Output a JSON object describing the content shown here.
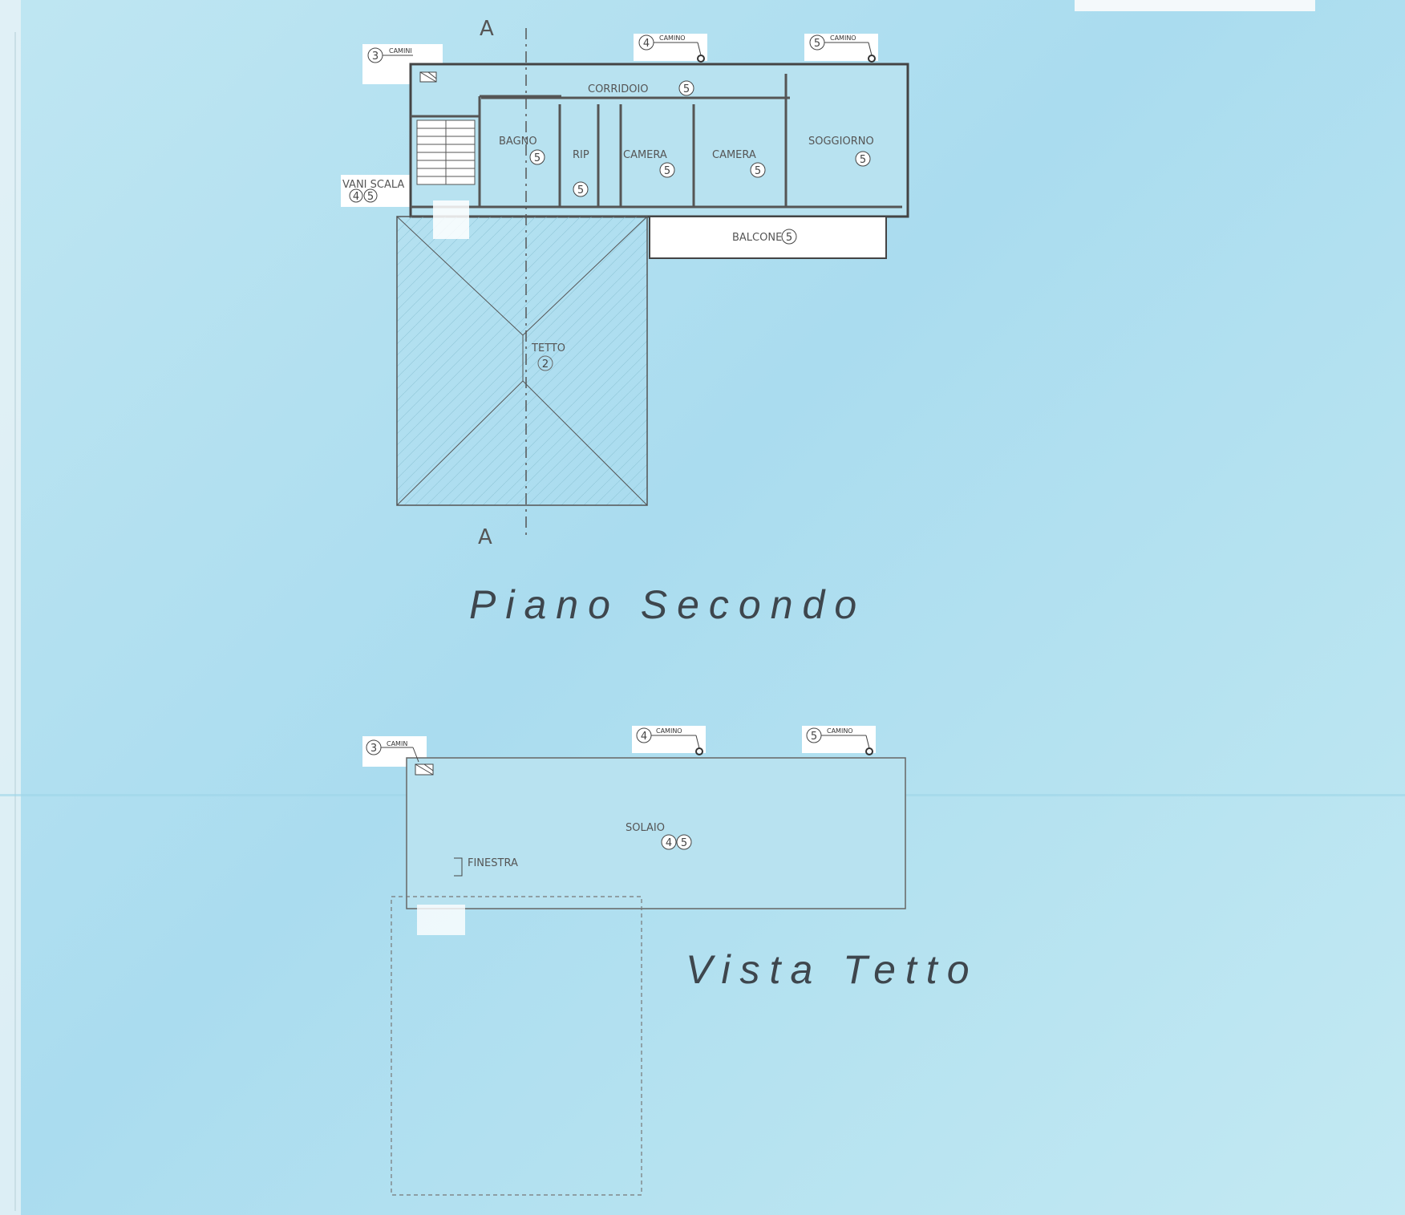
{
  "drawing": {
    "section_marks": [
      "A",
      "A"
    ],
    "floor_plan": {
      "title": "Piano Secondo",
      "rooms": [
        {
          "label": "CORRIDOIO",
          "ref": "5"
        },
        {
          "label": "BAGNO",
          "ref": "5"
        },
        {
          "label": "RIP",
          "ref": "5"
        },
        {
          "label": "CAMERA",
          "ref": "5"
        },
        {
          "label": "CAMERA",
          "ref": "5"
        },
        {
          "label": "SOGGIORNO",
          "ref": "5"
        },
        {
          "label": "BALCONE",
          "ref": "5"
        },
        {
          "label": "TETTO",
          "ref": "2"
        }
      ],
      "stair": {
        "label": "VANI SCALA",
        "refs": [
          "4",
          "5"
        ]
      },
      "chimneys": [
        {
          "ref": "3",
          "label": "CAMINI"
        },
        {
          "ref": "4",
          "label": "CAMINO"
        },
        {
          "ref": "5",
          "label": "CAMINO"
        }
      ]
    },
    "roof_view": {
      "title": "Vista Tetto",
      "slab": {
        "label": "SOLAIO",
        "refs": [
          "4",
          "5"
        ]
      },
      "window_label": "FINESTRA",
      "chimneys": [
        {
          "ref": "3",
          "label": "CAMIN"
        },
        {
          "ref": "4",
          "label": "CAMINO"
        },
        {
          "ref": "5",
          "label": "CAMINO"
        }
      ]
    },
    "colors": {
      "paper": "#b3e0f0",
      "ink": "#3b4248",
      "label_bg": "#ffffff"
    }
  }
}
